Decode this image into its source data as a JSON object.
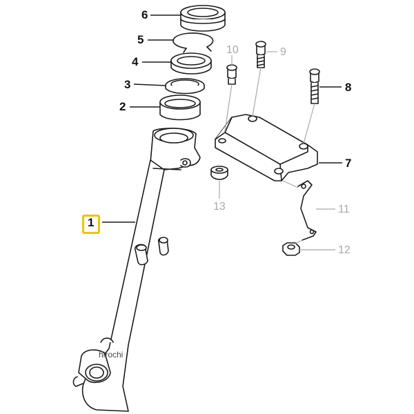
{
  "callouts": {
    "p1": "1",
    "p2": "2",
    "p3": "3",
    "p4": "4",
    "p5": "5",
    "p6": "6",
    "p7": "7",
    "p8": "8",
    "p9": "9",
    "p10": "10",
    "p11": "11",
    "p12": "12",
    "p13": "13"
  },
  "watermark": "hirochi",
  "colors": {
    "line": "#1a1a1a",
    "light_label": "#a8a8a8",
    "highlight": "#f2c200",
    "fill": "#ffffff"
  }
}
